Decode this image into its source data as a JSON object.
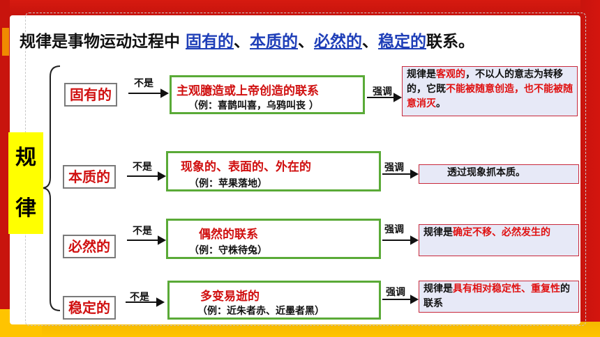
{
  "title": {
    "prefix": "规律是事物运动过程中",
    "part1": "固有的",
    "sep1": "、",
    "part2": "本质的",
    "sep2": "、",
    "part3": "必然的",
    "sep3": "、",
    "part4": "稳定的",
    "suffix": "联系。"
  },
  "root": {
    "char1": "规",
    "char2": "律"
  },
  "rows": [
    {
      "label": "固有的",
      "not_is": "不是",
      "main": "主观臆造或上帝创造的联系",
      "example": "（例：喜鹊叫喜，乌鸦叫丧 ）",
      "emphasis": "强调",
      "point_a": "规律是",
      "point_b": "客观的",
      "point_c": "，不以人的意志为转移的，它既",
      "point_d": "不能被随意创造，也不能被随意消灭",
      "point_e": "。"
    },
    {
      "label": "本质的",
      "not_is": "不是",
      "main": "现象的、表面的、外在的",
      "example": "（例：苹果落地）",
      "emphasis": "强调",
      "point_a": "透过现象抓本质。"
    },
    {
      "label": "必然的",
      "not_is": "不是",
      "main": "偶然的联系",
      "example": "（例：守株待兔）",
      "emphasis": "强调",
      "point_a": "规律是",
      "point_b": "确定不移、必然发生的"
    },
    {
      "label": "稳定的",
      "not_is": "不是",
      "main": "多变易逝的",
      "example": "（例：近朱者赤、近墨者黑）",
      "emphasis": "强调",
      "point_a": "规律是",
      "point_b": "具有相对稳定性、重复性",
      "point_c": "的联系"
    }
  ],
  "colors": {
    "frame_red": "#c8140d",
    "frame_yellow": "#ffc400",
    "title_highlight": "#1f3fb8",
    "label_red": "#d01010",
    "green_border": "#5aaa37",
    "point_bg": "#e7e9f7"
  }
}
